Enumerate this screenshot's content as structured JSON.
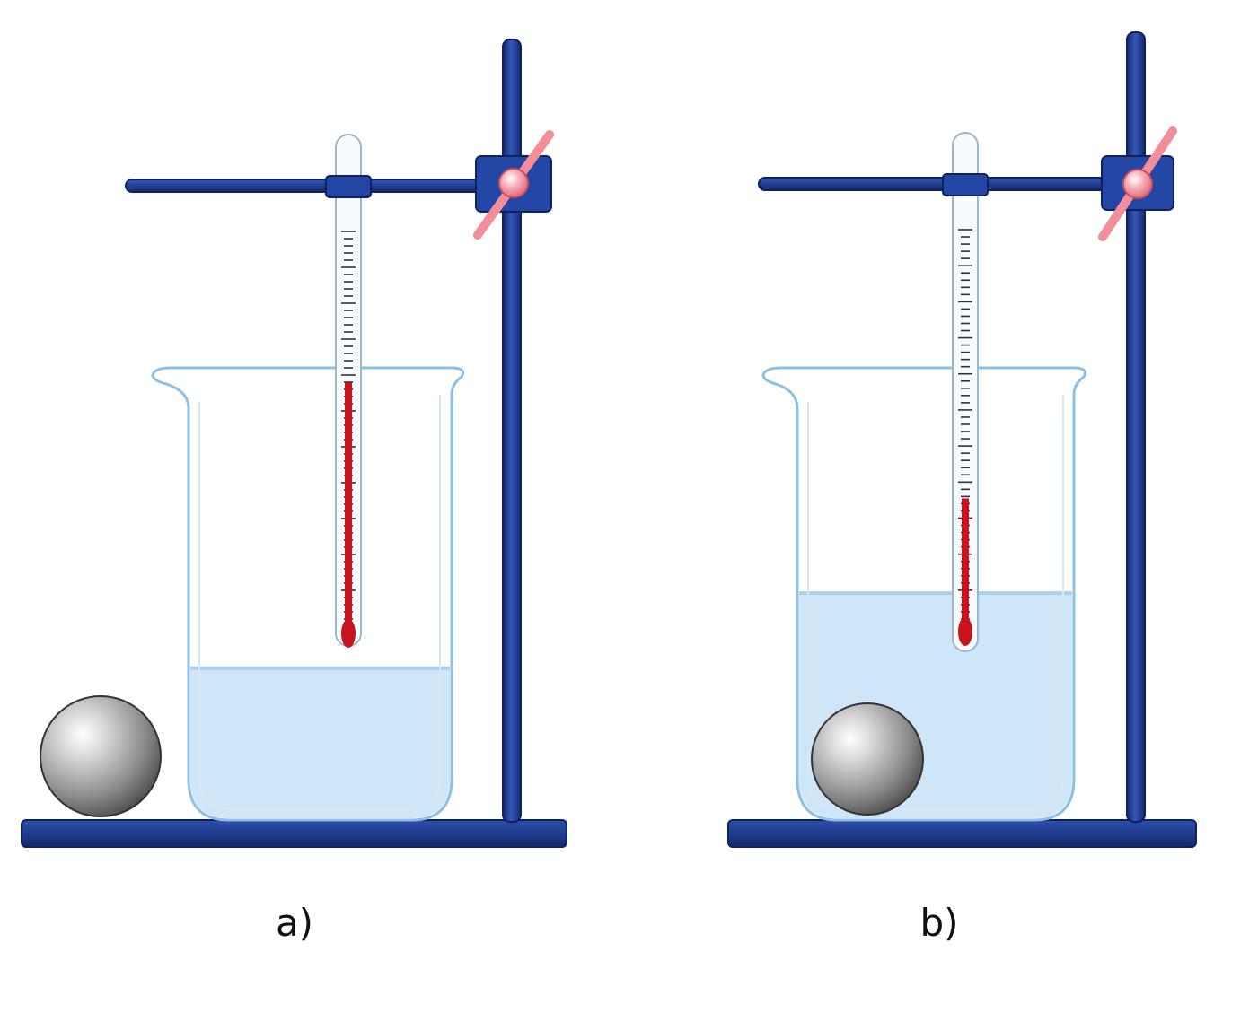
{
  "panels": [
    {
      "label": "a)",
      "water_level": 0.34,
      "thermometer_level": 0.61,
      "ball": "beside"
    },
    {
      "label": "b)",
      "water_level": 0.51,
      "thermometer_level": 0.31,
      "ball": "inside"
    }
  ],
  "colors": {
    "stand": "#1f3f94",
    "stand_dark": "#14296a",
    "clamp_knob": "#f28e9a",
    "water": "#cfe6f8",
    "water_surface": "#a9d0ef",
    "glass": "#9cc9e8",
    "mercury": "#c8141c",
    "ball": "#a0a0a0"
  }
}
